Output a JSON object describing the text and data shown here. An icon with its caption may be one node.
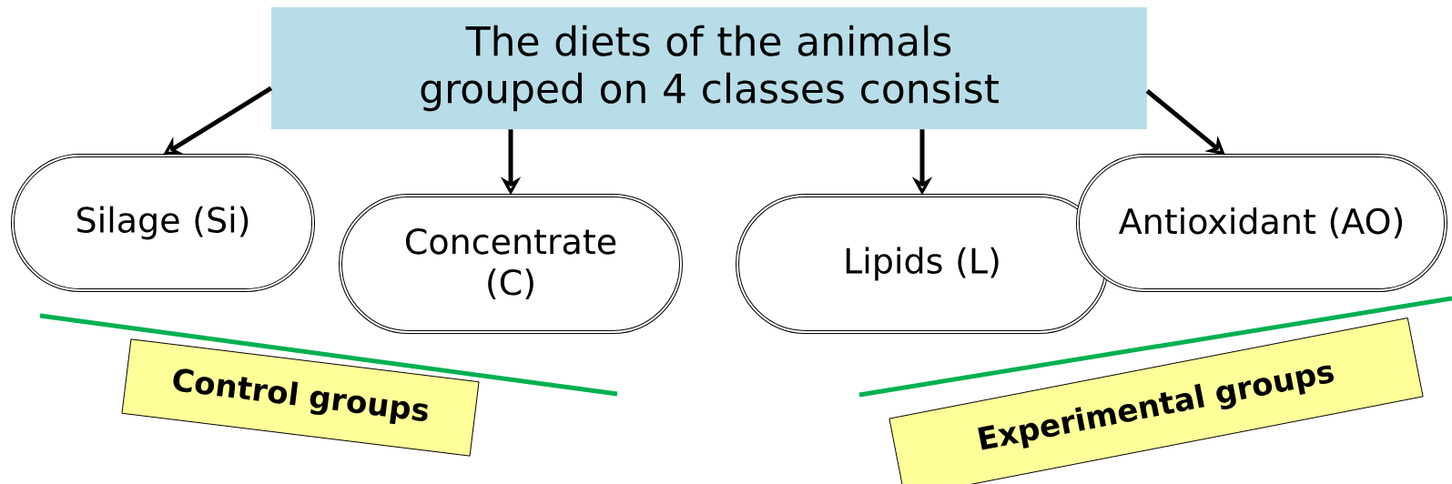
{
  "diagram": {
    "nodes": [
      {
        "text": [
          "The diets of the animals grouped on 4 classes consist"
        ]
      },
      {
        "text": [
          "Silage (Si)"
        ]
      },
      {
        "text": [
          "Concentrate (C)"
        ]
      },
      {
        "text": [
          "Lipids (L)"
        ]
      },
      {
        "text": [
          "Antioxidant (AO)"
        ]
      },
      {
        "text": [
          "Control groups"
        ]
      },
      {
        "text": [
          "Experimental groups"
        ]
      }
    ],
    "edges": [
      {
        "from": 0,
        "to": 1,
        "arrow": "to"
      },
      {
        "from": 0,
        "to": 2,
        "arrow": "to"
      },
      {
        "from": 0,
        "to": 3,
        "arrow": "to"
      },
      {
        "from": 0,
        "to": 4,
        "arrow": "to"
      }
    ]
  }
}
